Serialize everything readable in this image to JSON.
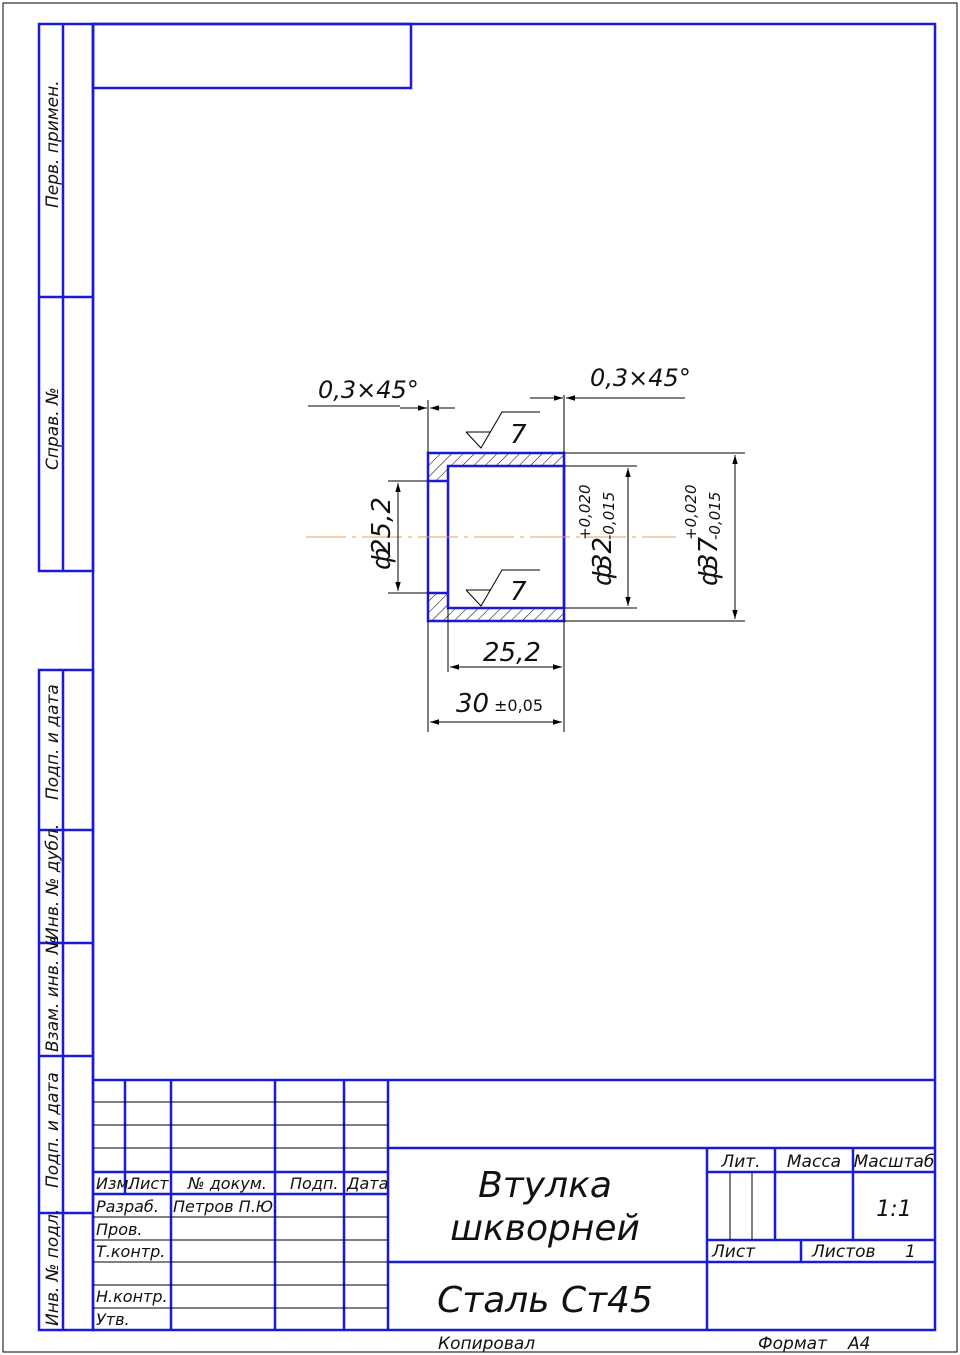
{
  "colors": {
    "frame": "#1a1adb",
    "axis": "#f0a050",
    "text": "#111111"
  },
  "side_stamp": {
    "perv_primen": "Перв. примен.",
    "sprav_no": "Справ. №",
    "podp_data_1": "Подп. и дата",
    "inv_dubl": "Инв. № дубл.",
    "vzam_inv": "Взам. инв. №",
    "podp_data_2": "Подп. и дата",
    "inv_podl": "Инв. № подл."
  },
  "drawing": {
    "chamfer_left": "0,3×45°",
    "chamfer_right": "0,3×45°",
    "roughness_top": "7",
    "roughness_bottom": "7",
    "dia_inner_prefix": "ф",
    "dia_inner": "25,2",
    "dia_mid_prefix": "ф",
    "dia_mid": "32",
    "dia_mid_tol_upper": "+0,020",
    "dia_mid_tol_lower": "-0,015",
    "dia_outer_prefix": "ф",
    "dia_outer": "37",
    "dia_outer_tol_upper": "+0,020",
    "dia_outer_tol_lower": "-0,015",
    "len_inner": "25,2",
    "len_total": "30",
    "len_total_tol": "±0,05"
  },
  "title_block": {
    "col_izm": "Изм.",
    "col_list": "Лист",
    "col_docum": "№ докум.",
    "col_podp": "Подп.",
    "col_data": "Дата",
    "row_razrab": "Разраб.",
    "row_razrab_name": "Петров П.Ю.",
    "row_prov": "Пров.",
    "row_tkontr": "Т.контр.",
    "row_nkontr": "Н.контр.",
    "row_utv": "Утв.",
    "part_name_line1": "Втулка",
    "part_name_line2": "шкворней",
    "material": "Сталь Ст45",
    "lit_label": "Лит.",
    "massa_label": "Масса",
    "masshtab_label": "Масштаб",
    "scale_value": "1:1",
    "list_label": "Лист",
    "listov_label": "Листов",
    "listov_value": "1"
  },
  "footer": {
    "kopiroval": "Копировал",
    "format_label": "Формат",
    "format_value": "А4"
  }
}
